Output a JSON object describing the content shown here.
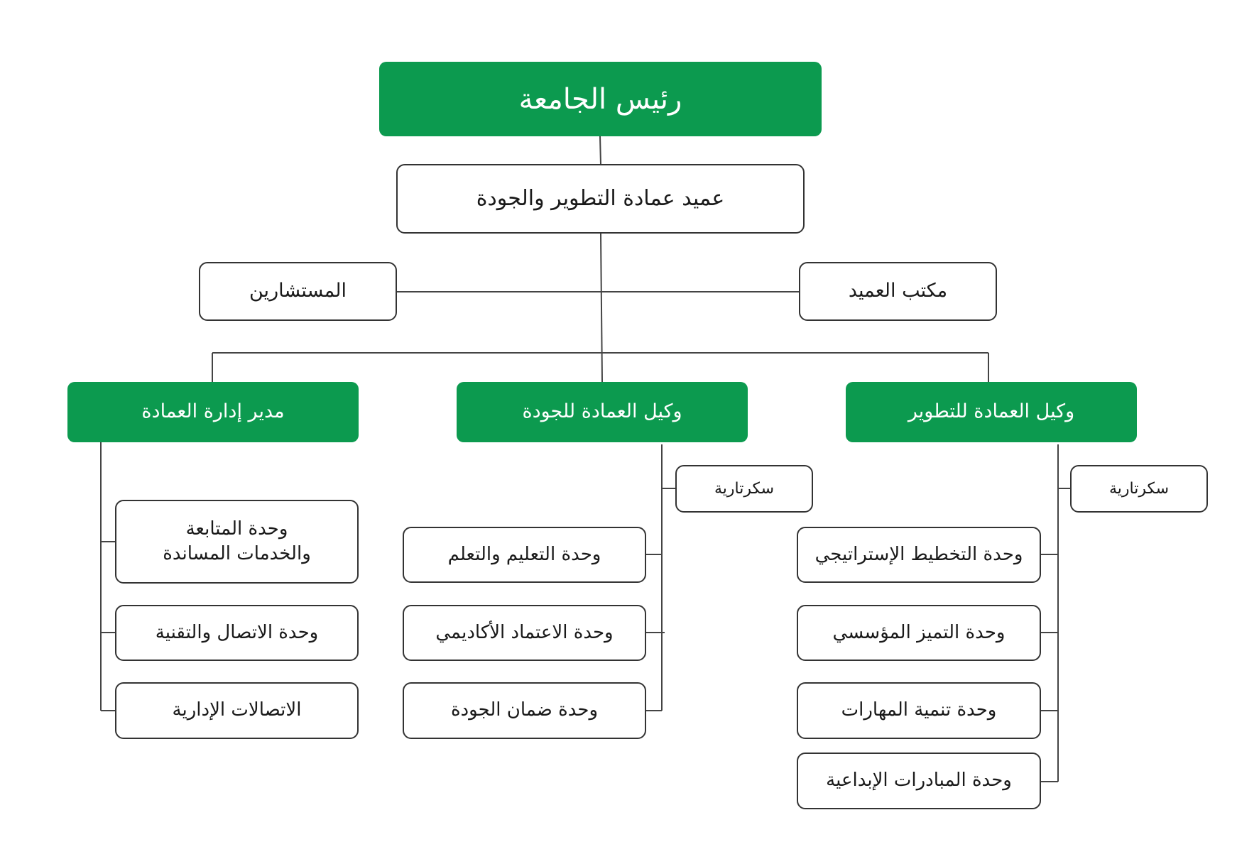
{
  "chart": {
    "president": "رئيس الجامعة",
    "dean": "عميد عمادة التطوير والجودة",
    "advisors": "المستشارين",
    "dean_office": "مكتب العميد",
    "admin_director": {
      "title": "مدير إدارة العمادة",
      "units": [
        [
          "وحدة المتابعة",
          "والخدمات المساندة"
        ],
        "وحدة الاتصال والتقنية",
        "الاتصالات الإدارية"
      ]
    },
    "quality_vice": {
      "title": "وكيل العمادة للجودة",
      "secretary": "سكرتارية",
      "units": [
        "وحدة التعليم والتعلم",
        "وحدة الاعتماد الأكاديمي",
        "وحدة ضمان الجودة"
      ]
    },
    "development_vice": {
      "title": "وكيل العمادة للتطوير",
      "secretary": "سكرتارية",
      "units": [
        "وحدة التخطيط الإستراتيجي",
        "وحدة التميز المؤسسي",
        "وحدة تنمية المهارات",
        "وحدة المبادرات الإبداعية"
      ]
    }
  },
  "colors": {
    "green": "#0c9a4f",
    "border": "#333333",
    "line": "#444444"
  }
}
